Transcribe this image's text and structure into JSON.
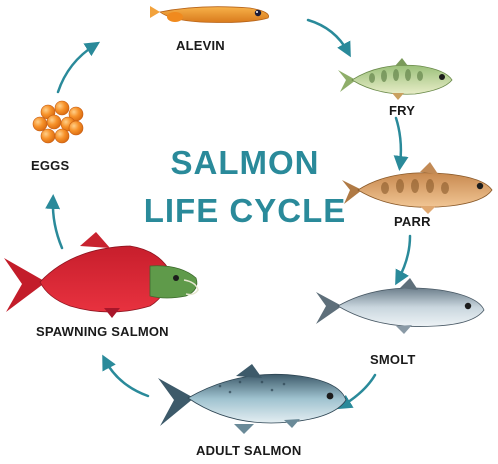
{
  "title": {
    "line1": "SALMON",
    "line2": "LIFE CYCLE",
    "color": "#2a8a9a"
  },
  "arrow_color": "#2a8a9a",
  "stages": {
    "alevin": "ALEVIN",
    "fry": "FRY",
    "parr": "PARR",
    "smolt": "SMOLT",
    "adult": "ADULT SALMON",
    "spawning": "SPAWNING SALMON",
    "eggs": "EGGS"
  }
}
